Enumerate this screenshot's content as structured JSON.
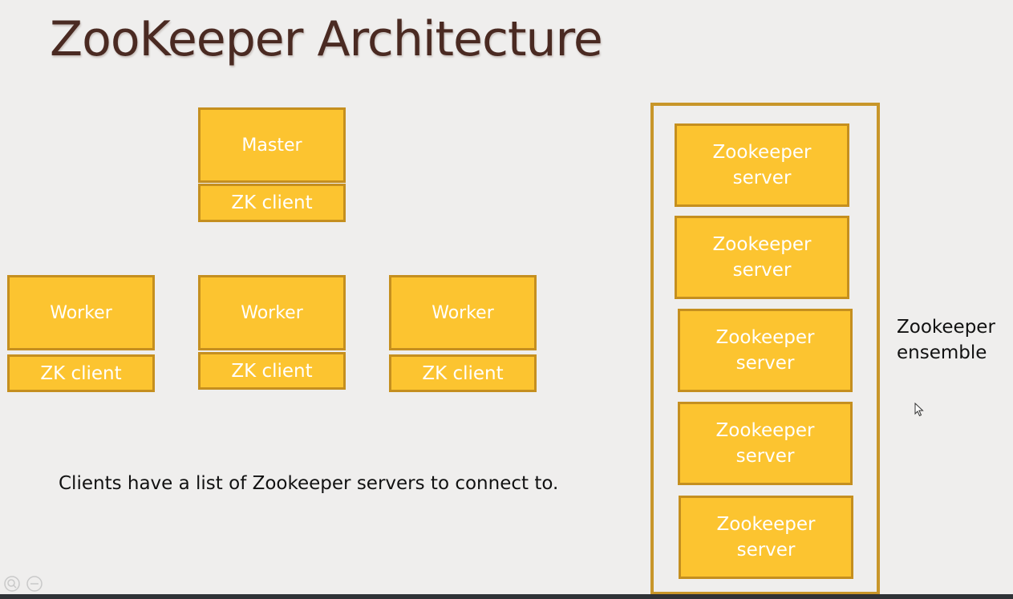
{
  "slide": {
    "title": "ZooKeeper Architecture",
    "caption": "Clients have a list of Zookeeper servers to connect to."
  },
  "master": {
    "label": "Master",
    "client_label": "ZK client"
  },
  "workers": [
    {
      "label": "Worker",
      "client_label": "ZK client"
    },
    {
      "label": "Worker",
      "client_label": "ZK client"
    },
    {
      "label": "Worker",
      "client_label": "ZK client"
    }
  ],
  "ensemble": {
    "label": "Zookeeper ensemble",
    "servers": [
      {
        "label": "Zookeeper server"
      },
      {
        "label": "Zookeeper server"
      },
      {
        "label": "Zookeeper server"
      },
      {
        "label": "Zookeeper server"
      },
      {
        "label": "Zookeeper server"
      }
    ]
  },
  "icons": {
    "zoom_in": "zoom-in-icon",
    "zoom_out": "zoom-out-icon",
    "cursor": "mouse-cursor-icon"
  },
  "colors": {
    "box_fill": "#fcc430",
    "box_border": "#c58f1f",
    "ensemble_border": "#c8962a",
    "title": "#4a2a22",
    "background": "#efeeed"
  }
}
